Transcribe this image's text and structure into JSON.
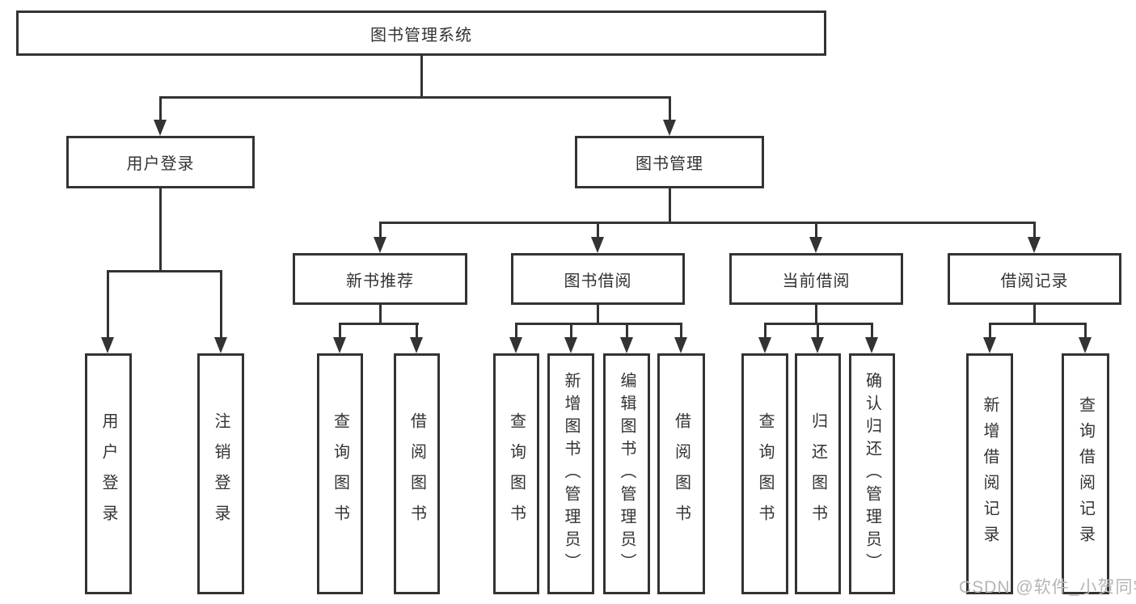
{
  "diagram": {
    "root": "图书管理系统",
    "level2": {
      "user_login": "用户登录",
      "book_mgmt": "图书管理"
    },
    "level3": {
      "new_books": "新书推荐",
      "book_borrow": "图书借阅",
      "current_borrow": "当前借阅",
      "borrow_records": "借阅记录"
    },
    "leaves": {
      "user_login": [
        "用户登录",
        "注销登录"
      ],
      "new_books": [
        "查询图书",
        "借阅图书"
      ],
      "book_borrow": [
        "查询图书",
        "新增图书（管理员）",
        "编辑图书（管理员）",
        "借阅图书"
      ],
      "current_borrow": [
        "查询图书",
        "归还图书",
        "确认归还（管理员）"
      ],
      "borrow_records": [
        "新增借阅记录",
        "查询借阅记录"
      ]
    }
  },
  "watermark": "CSDN @软件_小贺同学",
  "colors": {
    "line": "#333333",
    "text": "#333333",
    "watermark": "#b5b5b5",
    "background": "#ffffff"
  }
}
